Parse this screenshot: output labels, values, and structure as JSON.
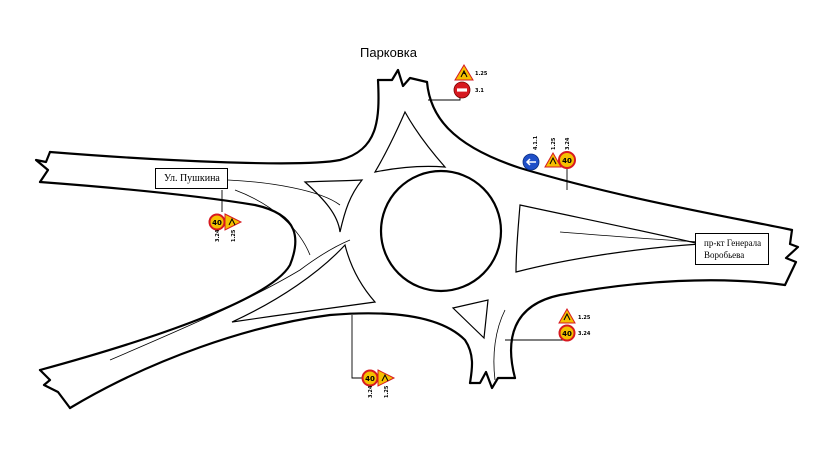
{
  "labels": {
    "parking": "Парковка",
    "street_left": "Ул. Пушкина",
    "street_right_line1": "пр-кт Генерала",
    "street_right_line2": "Воробьева"
  },
  "signs": {
    "top": {
      "codes": [
        "1.25",
        "3.1"
      ],
      "icons": [
        "roadworks-warning-icon",
        "no-entry-icon"
      ]
    },
    "upper_right": {
      "codes": [
        "4.1.1",
        "1.25",
        "3.24"
      ],
      "icons": [
        "straight-only-icon",
        "roadworks-warning-icon",
        "speed-limit-icon"
      ],
      "speed": "40"
    },
    "left": {
      "codes": [
        "3.24",
        "1.25"
      ],
      "icons": [
        "speed-limit-icon",
        "roadworks-warning-icon"
      ],
      "speed": "40"
    },
    "bottom": {
      "codes": [
        "3.24",
        "1.25"
      ],
      "icons": [
        "speed-limit-icon",
        "roadworks-warning-icon"
      ],
      "speed": "40"
    },
    "lower_right": {
      "codes": [
        "1.25",
        "3.24"
      ],
      "icons": [
        "roadworks-warning-icon",
        "speed-limit-icon"
      ],
      "speed": "40"
    }
  },
  "colors": {
    "warning_yellow": "#f5c000",
    "prohibit_red": "#d71920",
    "mandatory_blue": "#1f4fc8"
  }
}
